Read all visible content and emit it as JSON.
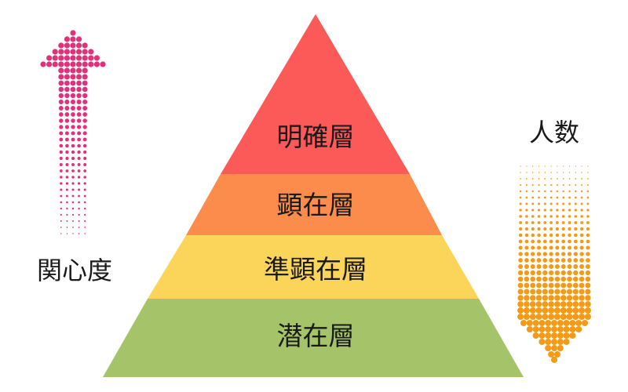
{
  "pyramid": {
    "layers": [
      {
        "label": "明確層",
        "color": "#fb5a59"
      },
      {
        "label": "顕在層",
        "color": "#fb8c4c"
      },
      {
        "label": "準顕在層",
        "color": "#fbd45a"
      },
      {
        "label": "潜在層",
        "color": "#a5c46a"
      }
    ]
  },
  "left_axis": {
    "label": "関心度",
    "arrow_color": "#e0317a",
    "direction": "up"
  },
  "right_axis": {
    "label": "人数",
    "arrow_color": "#f49a14",
    "direction": "down"
  }
}
